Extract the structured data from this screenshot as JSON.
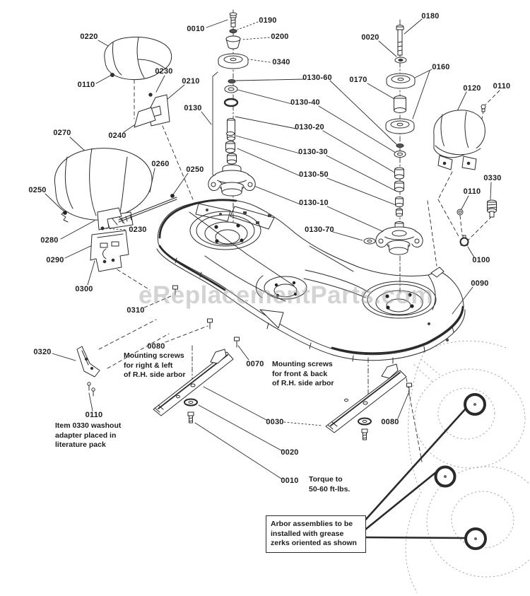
{
  "watermark": "eReplacementParts.com",
  "part_labels": {
    "p0220": "0220",
    "p0010_top": "0010",
    "p0190": "0190",
    "p0200": "0200",
    "p0340": "0340",
    "p0110_cover": "0110",
    "p0230_top": "0230",
    "p0210": "0210",
    "p0130": "0130",
    "p0240": "0240",
    "p0180": "0180",
    "p0020_top": "0020",
    "p0130_60": "0130-60",
    "p0170": "0170",
    "p0160": "0160",
    "p0120": "0120",
    "p0110_bracket": "0110",
    "p0130_40": "0130-40",
    "p0130_20": "0130-20",
    "p0130_30": "0130-30",
    "p0130_50": "0130-50",
    "p0130_10": "0130-10",
    "p0130_70": "0130-70",
    "p0270": "0270",
    "p0260": "0260",
    "p0250_right": "0250",
    "p0250_left": "0250",
    "p0230_mid": "0230",
    "p0280": "0280",
    "p0290": "0290",
    "p0300": "0300",
    "p0310": "0310",
    "p0330": "0330",
    "p0110_right": "0110",
    "p0100": "0100",
    "p0090": "0090",
    "p0320": "0320",
    "p0080_left": "0080",
    "p0110_bottom": "0110",
    "p0070": "0070",
    "p0030": "0030",
    "p0080_right": "0080",
    "p0020_bottom": "0020",
    "p0010_bottom": "0010"
  },
  "notes": {
    "mounting_left": "Mounting screws\nfor right & left\nof R.H. side arbor",
    "mounting_right": "Mounting screws\nfor front & back\nof R.H. side arbor",
    "washout": "Item 0330 washout\nadapter placed in\nliterature pack",
    "torque": "Torque to\n50-60 ft-lbs.",
    "arbor_box": "Arbor assemblies to be\ninstalled with grease\nzerks oriented as shown"
  },
  "colors": {
    "ink": "#2a2a2a",
    "faint": "#999999",
    "watermark": "#a8a8a8"
  }
}
